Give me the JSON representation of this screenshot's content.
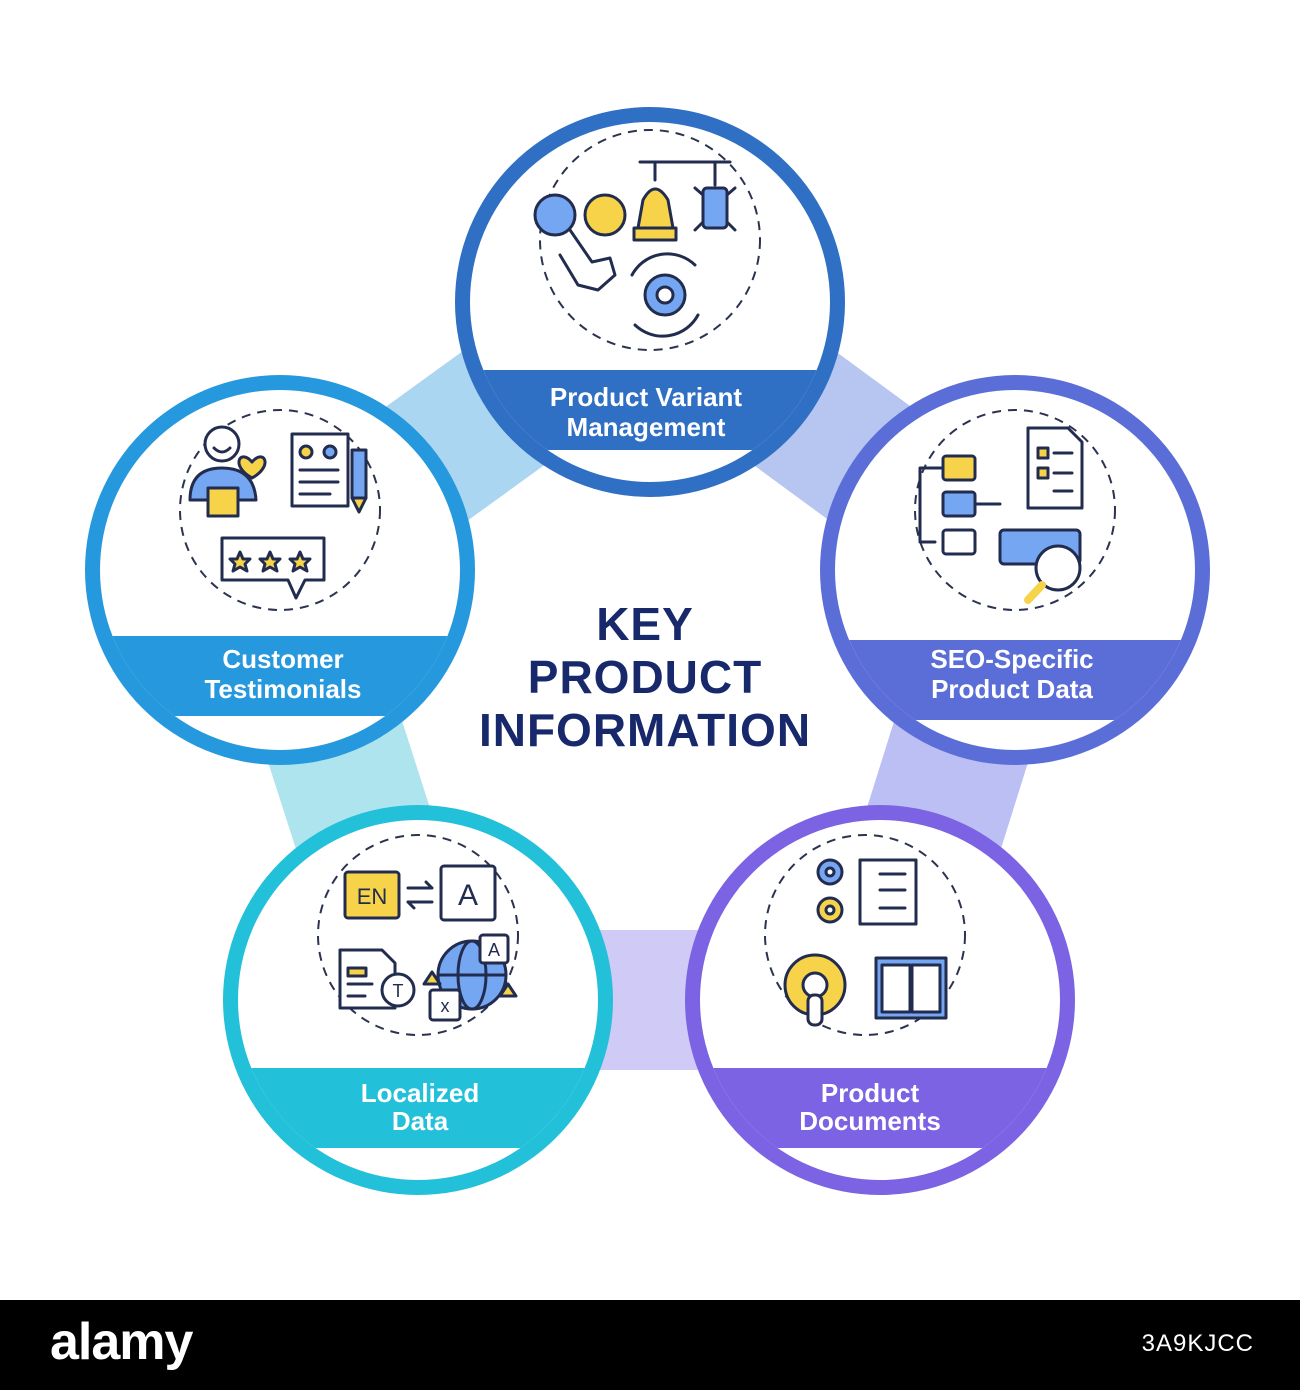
{
  "title": {
    "line1": "KEY",
    "line2": "PRODUCT",
    "line3": "INFORMATION"
  },
  "nodes": [
    {
      "id": "variant",
      "line1": "Product Variant",
      "line2": "Management",
      "color": "#2f6fc4",
      "icon": "variant-management-icon"
    },
    {
      "id": "seo",
      "line1": "SEO-Specific",
      "line2": "Product Data",
      "color": "#5b6ed8",
      "icon": "seo-data-icon"
    },
    {
      "id": "documents",
      "line1": "Product",
      "line2": "Documents",
      "color": "#7b63e3",
      "icon": "product-documents-icon"
    },
    {
      "id": "localized",
      "line1": "Localized",
      "line2": "Data",
      "color": "#23c0da",
      "icon": "localized-data-icon"
    },
    {
      "id": "testimonials",
      "line1": "Customer",
      "line2": "Testimonials",
      "color": "#2598de",
      "icon": "customer-testimonials-icon"
    }
  ],
  "icon_text": {
    "en": "EN",
    "a": "A",
    "t": "T",
    "x": "x"
  },
  "colors": {
    "outline": "#222c4f",
    "yellow": "#f7d34a",
    "blue_fill": "#74a6f2",
    "title": "#17296b"
  },
  "footer": {
    "logo": "alamy",
    "image_id": "3A9KJCC"
  }
}
